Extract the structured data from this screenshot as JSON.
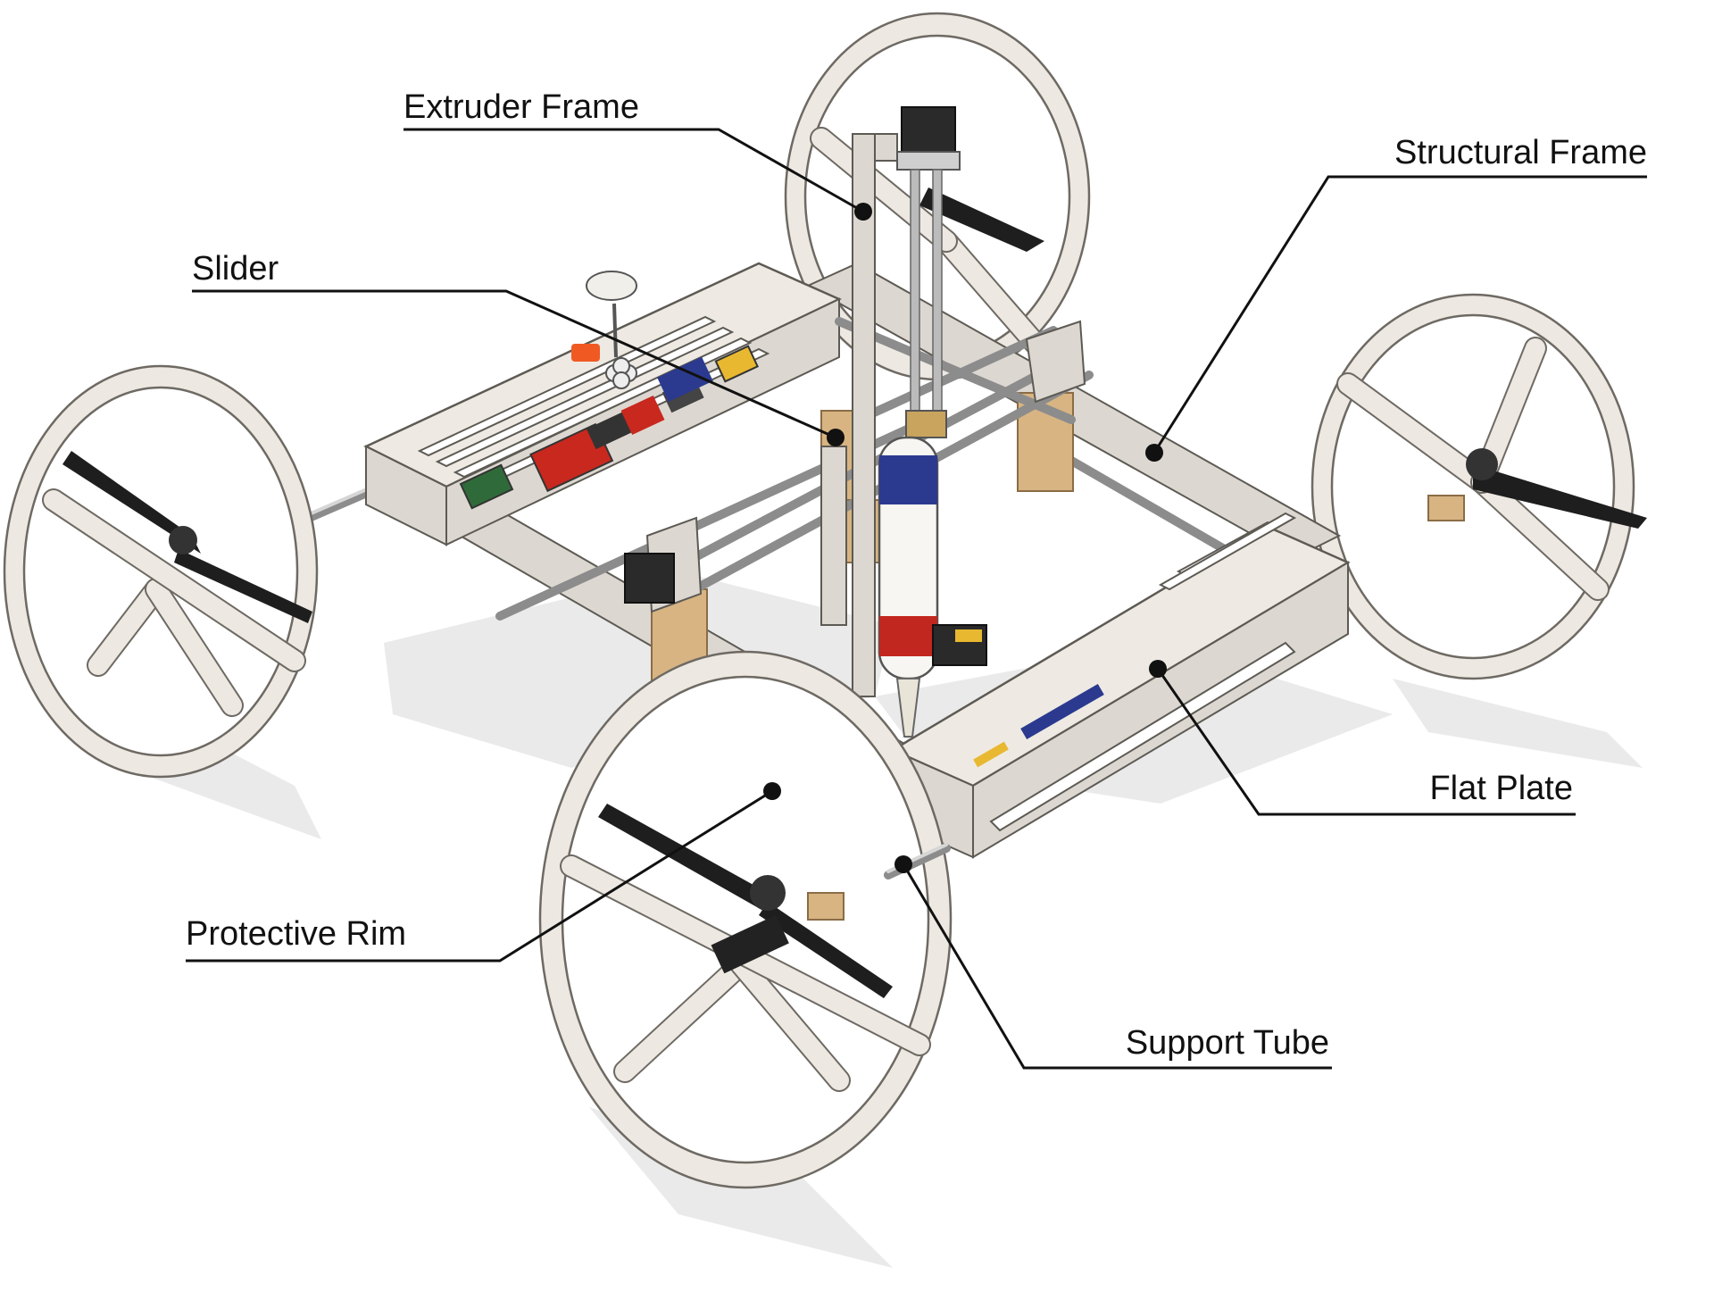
{
  "figure": {
    "labels": {
      "extruder_frame": "Extruder Frame",
      "structural_frame": "Structural Frame",
      "slider": "Slider",
      "flat_plate": "Flat Plate",
      "protective_rim": "Protective Rim",
      "support_tube": "Support Tube"
    },
    "colors": {
      "ink": "#111111",
      "frame_plate": "#eeeae3",
      "wood_block": "#d8b483",
      "propeller": "#1e1e1e",
      "cartridge_blue": "#2b3a8f",
      "cartridge_red": "#c1271e",
      "electronics_red": "#c8281e",
      "button_orange": "#f05a22"
    }
  }
}
